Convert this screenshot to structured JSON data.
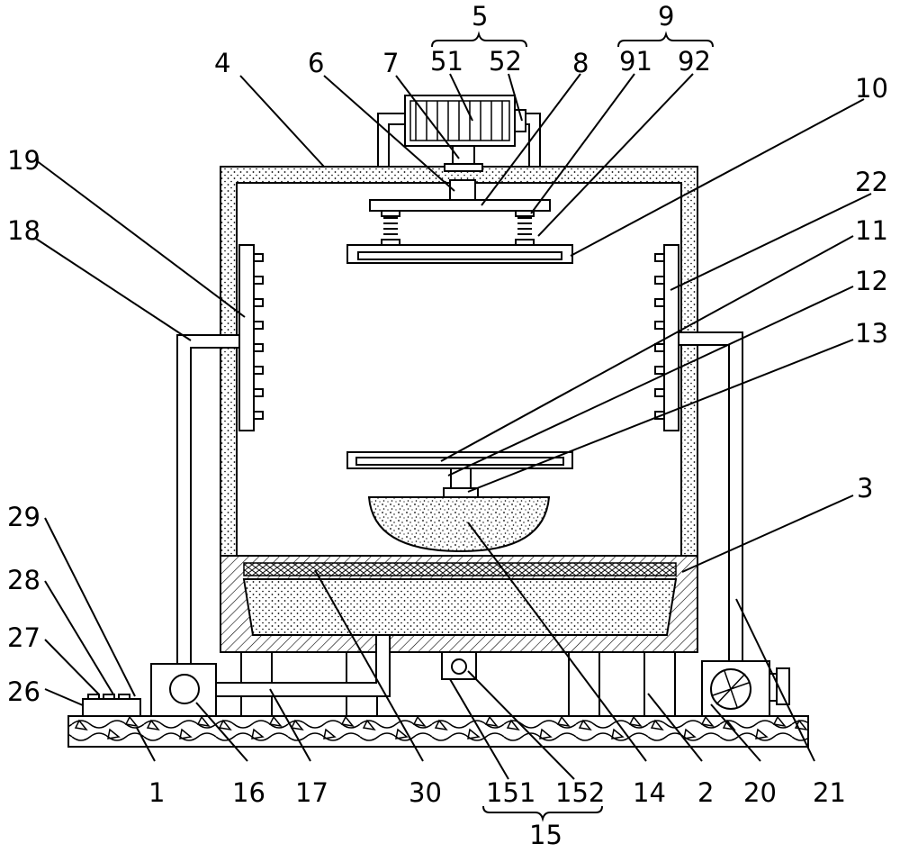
{
  "labels": {
    "l1": "1",
    "l2": "2",
    "l3": "3",
    "l4": "4",
    "l5": "5",
    "l51": "51",
    "l52": "52",
    "l6": "6",
    "l7": "7",
    "l8": "8",
    "l9": "9",
    "l91": "91",
    "l92": "92",
    "l10": "10",
    "l11": "11",
    "l12": "12",
    "l13": "13",
    "l14": "14",
    "l15": "15",
    "l151": "151",
    "l152": "152",
    "l16": "16",
    "l17": "17",
    "l18": "18",
    "l19": "19",
    "l20": "20",
    "l21": "21",
    "l22": "22",
    "l26": "26",
    "l27": "27",
    "l28": "28",
    "l29": "29",
    "l30": "30"
  }
}
